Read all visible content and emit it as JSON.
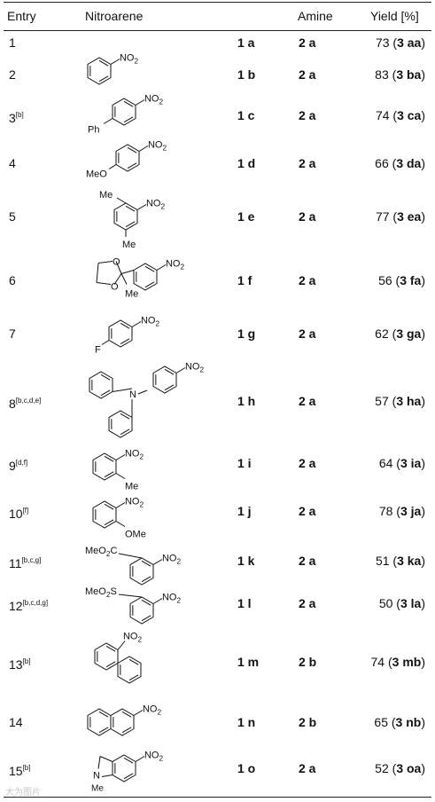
{
  "header": {
    "entry": "Entry",
    "nitroarene": "Nitroarene",
    "amine": "Amine",
    "yield": "Yield [%]"
  },
  "rows": [
    {
      "entry": "1",
      "note": "",
      "nitro": "1 a",
      "amine": "2 a",
      "yield": "73",
      "product": "3 aa"
    },
    {
      "entry": "2",
      "note": "",
      "nitro": "1 b",
      "amine": "2 a",
      "yield": "83",
      "product": "3 ba"
    },
    {
      "entry": "3",
      "note": "[b]",
      "nitro": "1 c",
      "amine": "2 a",
      "yield": "74",
      "product": "3 ca"
    },
    {
      "entry": "4",
      "note": "",
      "nitro": "1 d",
      "amine": "2 a",
      "yield": "66",
      "product": "3 da"
    },
    {
      "entry": "5",
      "note": "",
      "nitro": "1 e",
      "amine": "2 a",
      "yield": "77",
      "product": "3 ea"
    },
    {
      "entry": "6",
      "note": "",
      "nitro": "1 f",
      "amine": "2 a",
      "yield": "56",
      "product": "3 fa"
    },
    {
      "entry": "7",
      "note": "",
      "nitro": "1 g",
      "amine": "2 a",
      "yield": "62",
      "product": "3 ga"
    },
    {
      "entry": "8",
      "note": "[b,c,d,e]",
      "nitro": "1 h",
      "amine": "2 a",
      "yield": "57",
      "product": "3 ha"
    },
    {
      "entry": "9",
      "note": "[d,f]",
      "nitro": "1 i",
      "amine": "2 a",
      "yield": "64",
      "product": "3 ia"
    },
    {
      "entry": "10",
      "note": "[f]",
      "nitro": "1 j",
      "amine": "2 a",
      "yield": "78",
      "product": "3 ja"
    },
    {
      "entry": "11",
      "note": "[b,c,g]",
      "nitro": "1 k",
      "amine": "2 a",
      "yield": "51",
      "product": "3 ka"
    },
    {
      "entry": "12",
      "note": "[b,c,d,g]",
      "nitro": "1 l",
      "amine": "2 a",
      "yield": "50",
      "product": "3 la"
    },
    {
      "entry": "13",
      "note": "[b]",
      "nitro": "1 m",
      "amine": "2 b",
      "yield": "74",
      "product": "3 mb"
    },
    {
      "entry": "14",
      "note": "",
      "nitro": "1 n",
      "amine": "2 b",
      "yield": "65",
      "product": "3 nb"
    },
    {
      "entry": "15",
      "note": "[b]",
      "nitro": "1 o",
      "amine": "2 a",
      "yield": "52",
      "product": "3 oa"
    }
  ],
  "structure_labels": {
    "no2": "NO2",
    "ph": "Ph",
    "meo": "MeO",
    "me": "Me",
    "f": "F",
    "n": "N",
    "o": "O",
    "ome": "OMe",
    "meo2c": "MeO2C",
    "meo2s": "MeO2S"
  },
  "watermark": "大为图片"
}
